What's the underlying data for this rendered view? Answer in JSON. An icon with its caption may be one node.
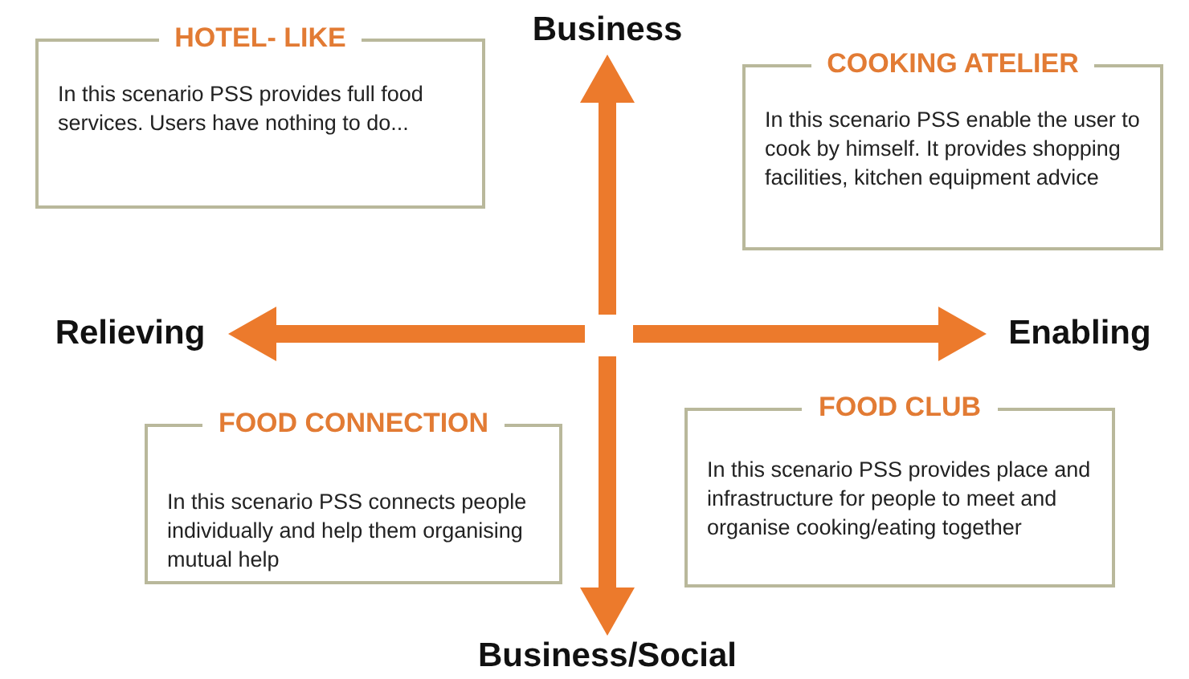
{
  "diagram": {
    "nodes": [
      {
        "text": [
          "HOTEL- LIKE",
          "In this scenario PSS provides full food services. Users have nothing to do..."
        ]
      },
      {
        "text": [
          "Business"
        ]
      },
      {
        "text": [
          "COOKING ATELIER",
          "In this scenario PSS enable the user to cook by himself. It provides shopping facilities, kitchen equipment advice"
        ]
      },
      {
        "text": [
          "Relieving"
        ]
      },
      {
        "text": [
          "Enabling"
        ]
      },
      {
        "text": [
          "FOOD CONNECTION",
          "In this scenario PSS connects people individually and help them organising mutual help"
        ]
      },
      {
        "text": [
          "FOOD CLUB",
          "In this scenario PSS provides place and infrastructure for people to meet and organise cooking/eating together"
        ]
      },
      {
        "text": [
          "Business/Social"
        ]
      }
    ],
    "edges": [
      {
        "from": null,
        "to": 1,
        "arrow": "to"
      },
      {
        "from": null,
        "to": 3,
        "arrow": "to"
      },
      {
        "from": null,
        "to": 4,
        "arrow": "to"
      },
      {
        "from": null,
        "to": 7,
        "arrow": "to"
      }
    ]
  }
}
